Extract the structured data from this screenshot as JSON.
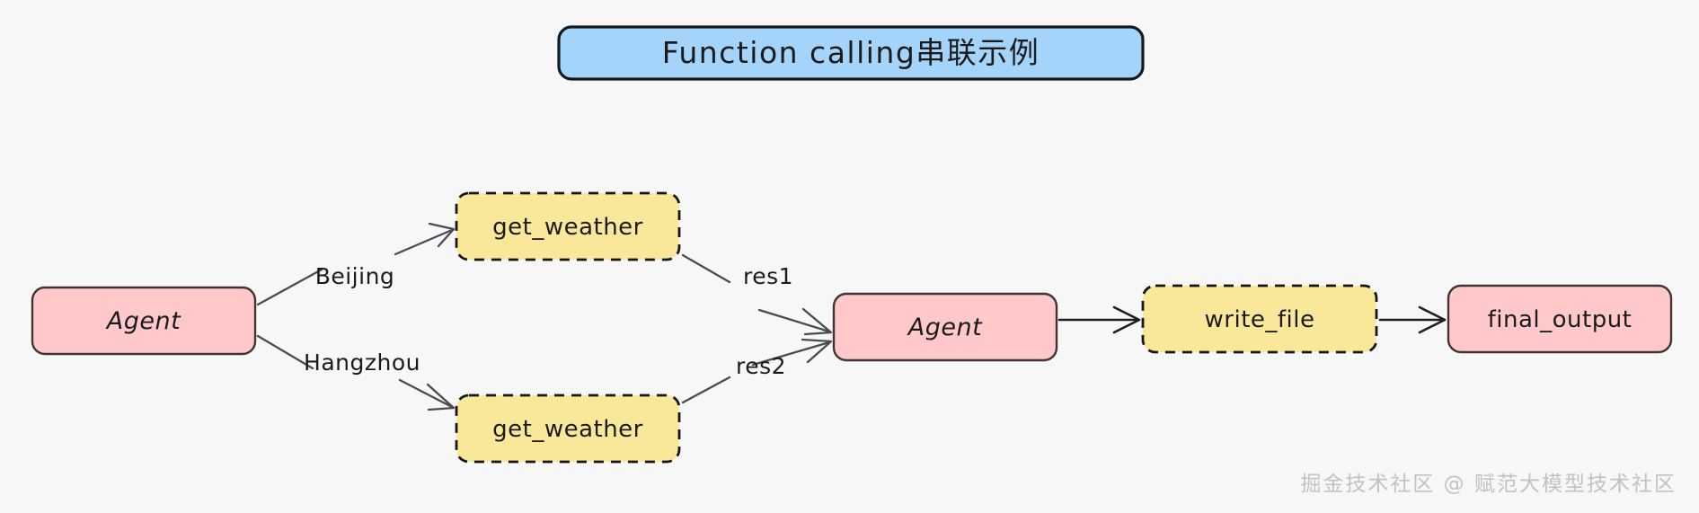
{
  "background_color": "#f7f7f8",
  "title": {
    "text": "Function calling串联示例",
    "fill_color": "#a5d4fa",
    "border_color": "#15191c"
  },
  "palette": {
    "agent_fill": "#ffc9cb",
    "tool_fill": "#fae89a",
    "node_border": "#3f3634",
    "tool_border": "#161616",
    "edge": "#4b4b4f",
    "watermark": "#c2c2c6"
  },
  "nodes": {
    "agent_start": {
      "label": "Agent",
      "shape": "rounded-rect",
      "style": "solid",
      "color": "#ffc9cb"
    },
    "get_weather_top": {
      "label": "get_weather",
      "shape": "rounded-rect",
      "style": "dashed",
      "color": "#fae89a"
    },
    "get_weather_bottom": {
      "label": "get_weather",
      "shape": "rounded-rect",
      "style": "dashed",
      "color": "#fae89a"
    },
    "agent_middle": {
      "label": "Agent",
      "shape": "rounded-rect",
      "style": "solid",
      "color": "#ffc9cb"
    },
    "write_file": {
      "label": "write_file",
      "shape": "rounded-rect",
      "style": "dashed",
      "color": "#fae89a"
    },
    "final_output": {
      "label": "final_output",
      "shape": "rounded-rect",
      "style": "solid",
      "color": "#ffc9cb"
    }
  },
  "edges": {
    "beijing": {
      "label": "Beijing",
      "from": "agent_start",
      "to": "get_weather_top"
    },
    "hangzhou": {
      "label": "Hangzhou",
      "from": "agent_start",
      "to": "get_weather_bottom"
    },
    "res1": {
      "label": "res1",
      "from": "get_weather_top",
      "to": "agent_middle"
    },
    "res2": {
      "label": "res2",
      "from": "get_weather_bottom",
      "to": "agent_middle"
    },
    "to_write_file": {
      "label": "",
      "from": "agent_middle",
      "to": "write_file"
    },
    "to_final_output": {
      "label": "",
      "from": "write_file",
      "to": "final_output"
    }
  },
  "watermark": {
    "text": "掘金技术社区 @ 赋范大模型技术社区"
  }
}
